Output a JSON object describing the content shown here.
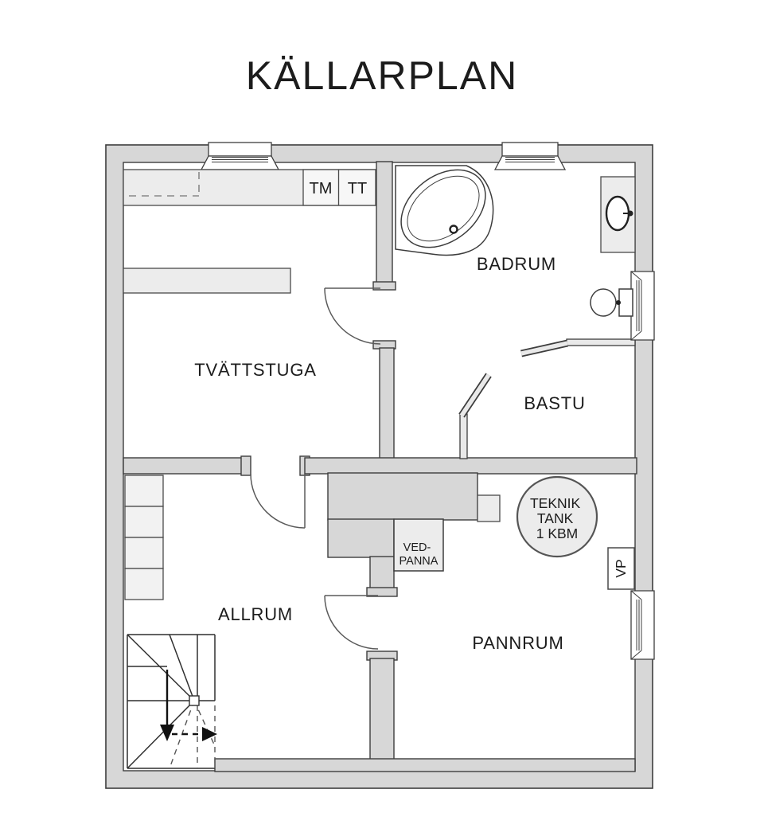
{
  "page": {
    "title": "KÄLLARPLAN"
  },
  "colors": {
    "wall_fill": "#d7d7d7",
    "wall_stroke": "#3d3d3d",
    "fixture_fill": "#ececec",
    "floor_fill": "#ffffff",
    "text_color": "#1c1c1c"
  },
  "rooms": {
    "tvattstuga": {
      "label": "TVÄTTSTUGA"
    },
    "badrum": {
      "label": "BADRUM"
    },
    "bastu": {
      "label": "BASTU"
    },
    "allrum": {
      "label": "ALLRUM"
    },
    "pannrum": {
      "label": "PANNRUM"
    }
  },
  "equipment": {
    "washing_machine": {
      "label": "TM"
    },
    "tumble_dryer": {
      "label": "TT"
    },
    "heat_pump": {
      "label": "VP"
    },
    "wood_boiler": {
      "line1": "VED-",
      "line2": "PANNA"
    },
    "teknik_tank": {
      "line1": "TEKNIK",
      "line2": "TANK",
      "line3": "1 KBM"
    }
  }
}
